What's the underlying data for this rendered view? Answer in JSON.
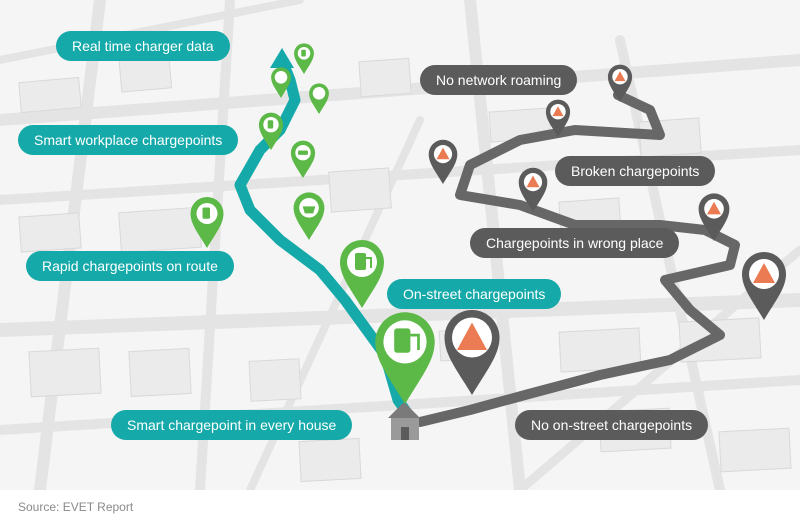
{
  "colors": {
    "teal": "#15a9a9",
    "green": "#5cb947",
    "grey": "#5b5b5b",
    "orange": "#ea7b53",
    "road": "#e4e4e4",
    "block": "#ececec"
  },
  "good_labels": [
    "Real time charger data",
    "Smart workplace chargepoints",
    "Rapid chargepoints on route",
    "On-street chargepoints",
    "Smart chargepoint in every house"
  ],
  "bad_labels": [
    "No network roaming",
    "Broken chargepoints",
    "Chargepoints in wrong place",
    "No on-street chargepoints"
  ],
  "icons": {
    "good_pins": [
      "charger-icon",
      "charger-icon",
      "plug-icon",
      "charger-icon",
      "car-icon",
      "shopping-basket-icon",
      "charger-icon",
      "charger-icon"
    ],
    "bad_pins": [
      "warning-icon",
      "warning-icon",
      "warning-icon",
      "warning-icon",
      "warning-icon",
      "warning-icon",
      "warning-icon"
    ],
    "home": "house-icon"
  },
  "source": "Source: EVET Report"
}
